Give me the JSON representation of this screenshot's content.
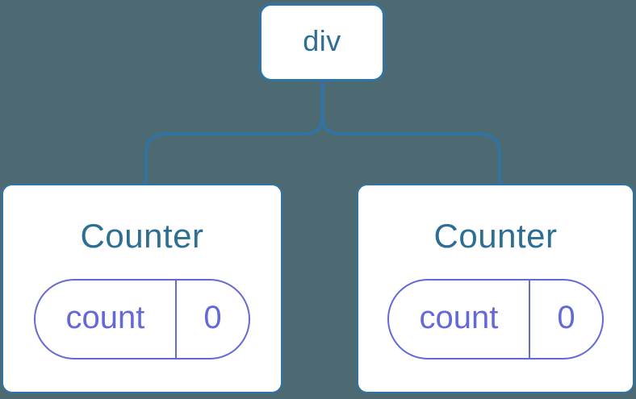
{
  "diagram": {
    "type": "component-tree",
    "root": {
      "label": "div"
    },
    "children": [
      {
        "title": "Counter",
        "state_key": "count",
        "state_value": "0"
      },
      {
        "title": "Counter",
        "state_key": "count",
        "state_value": "0"
      }
    ]
  },
  "colors": {
    "background": "#4d6a72",
    "connector": "#2f74a5",
    "node_border": "#2f74a5",
    "node_text": "#2d6e93",
    "card_background": "#ffffff",
    "pill_accent": "#6469d8"
  }
}
